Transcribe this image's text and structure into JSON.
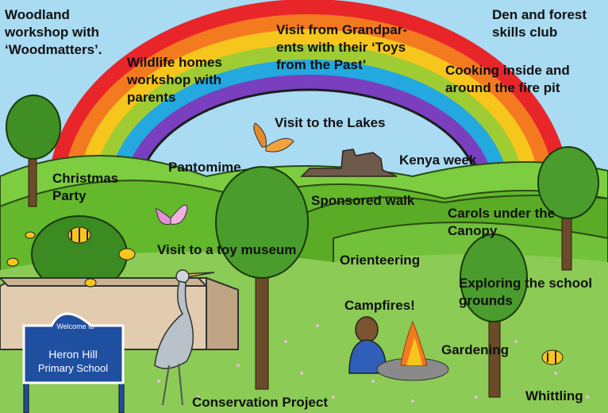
{
  "sign": {
    "welcome": "Welcome to",
    "line1": "Heron Hill",
    "line2": "Primary School"
  },
  "activities": {
    "woodland": "Woodland workshop with ‘Woodmatters’.",
    "wildlife": "Wildlife homes workshop with parents",
    "grandparents": "Visit from Grandpar- ents with their ‘Toys from the Past’",
    "den": "Den and forest skills club",
    "cooking": "Cooking inside and around the fire pit",
    "lakes": "Visit to the Lakes",
    "kenya": "Kenya week",
    "pantomime": "Pantomime",
    "christmas": "Christmas Party",
    "sponsored": "Sponsored walk",
    "carols": "Carols under the Canopy",
    "toy_museum": "Visit to a toy museum",
    "orienteering": "Orienteering",
    "exploring": "Exploring the school grounds",
    "campfires": "Campfires!",
    "gardening": "Gardening",
    "conservation": "Conservation Project",
    "whittling": "Whittling"
  },
  "colors": {
    "sky": "#a9dbf2",
    "grass": "#6cc132",
    "rainbow": [
      "#e8262a",
      "#f47a20",
      "#f6c61c",
      "#9fcc33",
      "#23a8e0",
      "#7a3fbf"
    ],
    "sign_blue": "#1f4fa0"
  }
}
